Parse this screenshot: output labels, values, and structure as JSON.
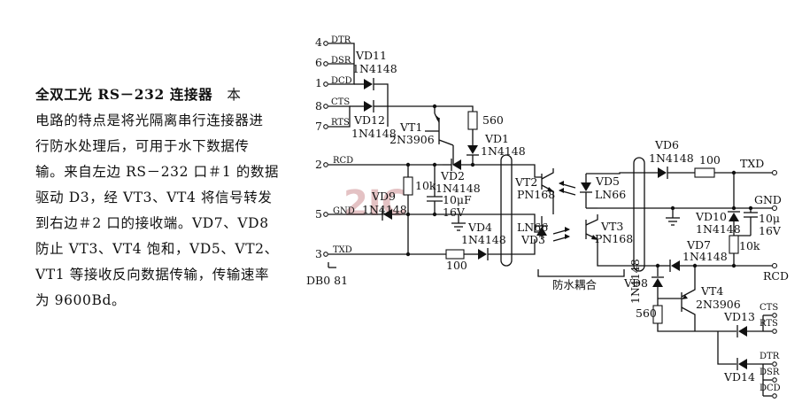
{
  "description": {
    "title": "全双工光 RS－232 连接器",
    "lines": [
      "电路的特点是将光隔离串行连接器进",
      "行防水处理后，可用于水下数据传",
      "输。来自左边 RS－232 口＃1 的数据",
      "驱动 D3，经 VT3、VT4 将信号转发",
      "到右边＃2 口的接收端。VD7、VD8",
      "防止 VT3、VT4 饱和，VD5、VT2、",
      "VT1 等接收反向数据传输，传输速率",
      "为 9600Bd。"
    ],
    "title_tail": "本"
  },
  "left_pins": [
    {
      "num": "4",
      "name": "DTR"
    },
    {
      "num": "6",
      "name": "DSR"
    },
    {
      "num": "1",
      "name": "DCD"
    },
    {
      "num": "8",
      "name": "CTS"
    },
    {
      "num": "7",
      "name": "RTS"
    },
    {
      "num": "2",
      "name": "RCD"
    },
    {
      "num": "5",
      "name": "GND"
    },
    {
      "num": "3",
      "name": "TXD"
    }
  ],
  "connector_left": "DB0 81",
  "right_pins": {
    "txd": "TXD",
    "gnd": "GND",
    "rcd": "RCD",
    "cts": "CTS",
    "rts": "RTS",
    "dtr": "DTR",
    "dsr": "DSR",
    "dcd": "DCD"
  },
  "components": {
    "vd11": "VD11",
    "vd11_part": "1N4148",
    "vd12": "VD12",
    "vd12_part": "1N4148",
    "vt1": "VT1",
    "vt1_part": "2N3906",
    "r560a": "560",
    "vd1": "VD1",
    "vd1_part": "1N4148",
    "vd2": "VD2",
    "vd2_part": "1N4148",
    "r10k_a": "10k",
    "vd9": "VD9",
    "vd9_part": "1N4148",
    "c10u_a": "10μF",
    "c10u_a_v": "16V",
    "vd4": "VD4",
    "vd4_part": "1N4148",
    "r100_a": "100",
    "vt2": "VT2",
    "vt2_part": "PN168",
    "vd5": "VD5",
    "vd5_part": "LN66",
    "ln66": "LN66",
    "vd3": "VD3",
    "vt3": "VT3",
    "vt3_part": "PN168",
    "coupling": "防水耦合",
    "vd6": "VD6",
    "vd6_part": "1N4148",
    "r100_b": "100",
    "vd10": "VD10",
    "vd10_part": "1N4148",
    "c10u_b": "10μ",
    "c10u_b_v": "16V",
    "r10k_b": "10k",
    "vd7": "VD7",
    "vd7_part": "1N4148",
    "vd8": "VD8",
    "vd8_part": "1N4148",
    "r560b": "560",
    "vt4": "VT4",
    "vt4_part": "2N3906",
    "vd13": "VD13",
    "vd14": "VD14"
  },
  "watermark": "2IC"
}
